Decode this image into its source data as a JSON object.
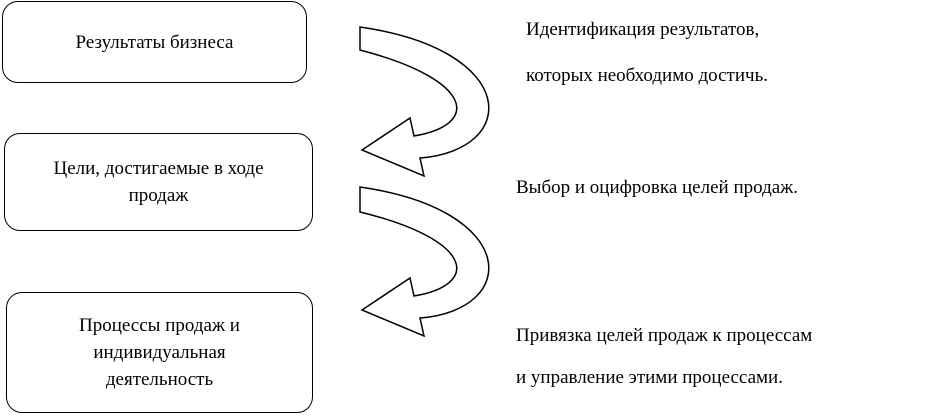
{
  "steps": [
    {
      "label": "Результаты бизнеса"
    },
    {
      "label": "Цели, достигаемые в ходе\nпродаж"
    },
    {
      "label": "Процессы продаж и\nиндивидуальная\nдеятельность"
    }
  ],
  "descriptions": [
    {
      "text": "Идентификация результатов,\nкоторых необходимо достичь."
    },
    {
      "text": "Выбор и оцифровка целей продаж."
    },
    {
      "text": "Привязка целей продаж к процессам\nи управление этими процессами."
    }
  ],
  "colors": {
    "stroke": "#000000",
    "fill": "#ffffff"
  }
}
